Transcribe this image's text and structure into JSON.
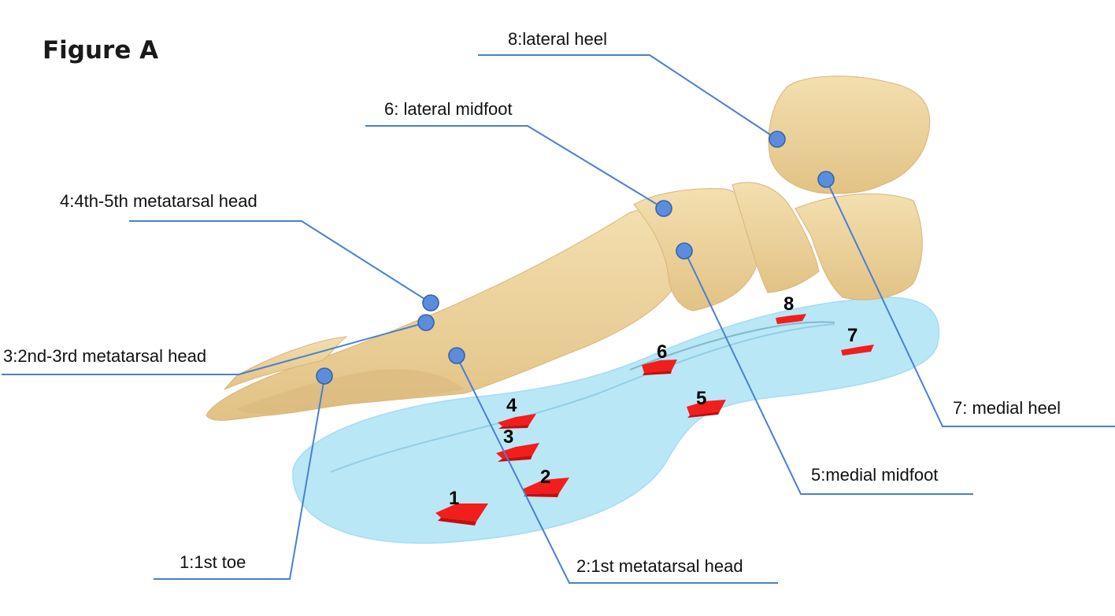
{
  "figure": {
    "title": "Figure A",
    "subject": "foot skeleton over insole with 8 pressure sensors",
    "colors": {
      "bone": "#ecd29f",
      "insole": "#a9e2f5",
      "sensor": "#f21d1d",
      "leader_line": "#4a7fd0",
      "marker": "#5b8ddc"
    }
  },
  "callouts": [
    {
      "id": 1,
      "label": "1:1st toe"
    },
    {
      "id": 2,
      "label": "2:1st metatarsal head"
    },
    {
      "id": 3,
      "label": "3:2nd-3rd metatarsal head"
    },
    {
      "id": 4,
      "label": "4:4th-5th metatarsal head"
    },
    {
      "id": 5,
      "label": "5:medial midfoot"
    },
    {
      "id": 6,
      "label": "6: lateral midfoot"
    },
    {
      "id": 7,
      "label": "7: medial heel"
    },
    {
      "id": 8,
      "label": "8:lateral heel"
    }
  ],
  "sensors": [
    {
      "id": 1,
      "label": "1"
    },
    {
      "id": 2,
      "label": "2"
    },
    {
      "id": 3,
      "label": "3"
    },
    {
      "id": 4,
      "label": "4"
    },
    {
      "id": 5,
      "label": "5"
    },
    {
      "id": 6,
      "label": "6"
    },
    {
      "id": 7,
      "label": "7"
    },
    {
      "id": 8,
      "label": "8"
    }
  ]
}
